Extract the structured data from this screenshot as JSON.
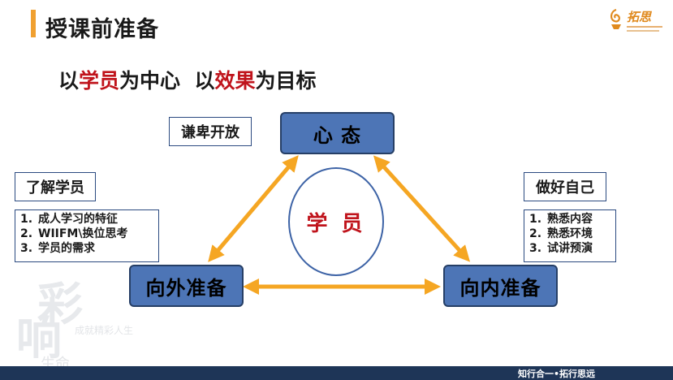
{
  "header": {
    "title": "授课前准备",
    "accent_color": "#f0a030",
    "logo_text": "拓思"
  },
  "subtitle": {
    "part1": "以",
    "red1": "学员",
    "part2": "为中心  以",
    "red2": "效果",
    "part3": "为目标",
    "highlight_color": "#c0141c"
  },
  "diagram": {
    "center": "学 员",
    "nodes": {
      "top": "心 态",
      "left": "向外准备",
      "right": "向内准备"
    },
    "node_color": "#4d75b6",
    "arrow_color": "#f5a623",
    "labels": {
      "top": "谦卑开放",
      "left": "了解学员",
      "right": "做好自己"
    },
    "left_list": [
      {
        "num": "1.",
        "text": "成人学习的特征"
      },
      {
        "num": "2.",
        "text": "WIIFM\\换位思考"
      },
      {
        "num": "3.",
        "text": "学员的需求"
      }
    ],
    "right_list": [
      {
        "num": "1.",
        "text": "熟悉内容"
      },
      {
        "num": "2.",
        "text": "熟悉环境"
      },
      {
        "num": "3.",
        "text": "试讲预演"
      }
    ]
  },
  "watermark": {
    "big1": "彩",
    "big2": "响",
    "small1": "成就精彩人生",
    "small2": "生命"
  },
  "footer": {
    "text": "知行合一•拓行思远"
  }
}
